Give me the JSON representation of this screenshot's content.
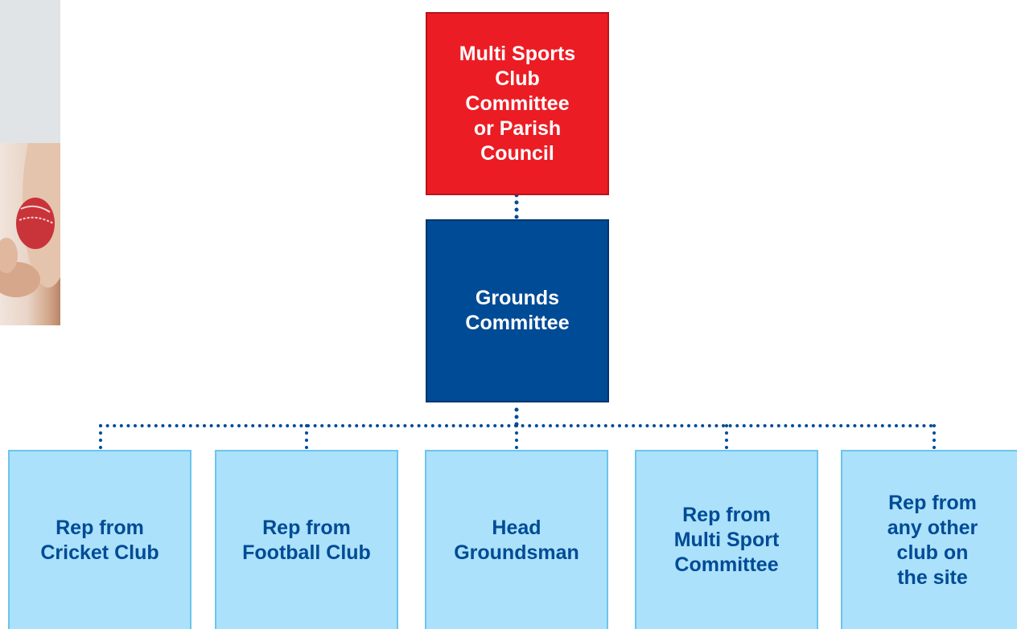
{
  "diagram": {
    "top": {
      "label": "Multi Sports\nClub\nCommittee\nor Parish\nCouncil",
      "color": "#ec1c24"
    },
    "middle": {
      "label": "Grounds\nCommittee",
      "color": "#004b96"
    },
    "reps": [
      {
        "label": "Rep from\nCricket Club"
      },
      {
        "label": "Rep from\nFootball Club"
      },
      {
        "label": "Head\nGroundsman"
      },
      {
        "label": "Rep from\nMulti Sport\nCommittee"
      },
      {
        "label": "Rep from\nany other\nclub on\nthe site"
      }
    ],
    "rep_fill_color": "#abe1fa",
    "rep_text_color": "#004b96",
    "connector_color": "#004b96"
  }
}
